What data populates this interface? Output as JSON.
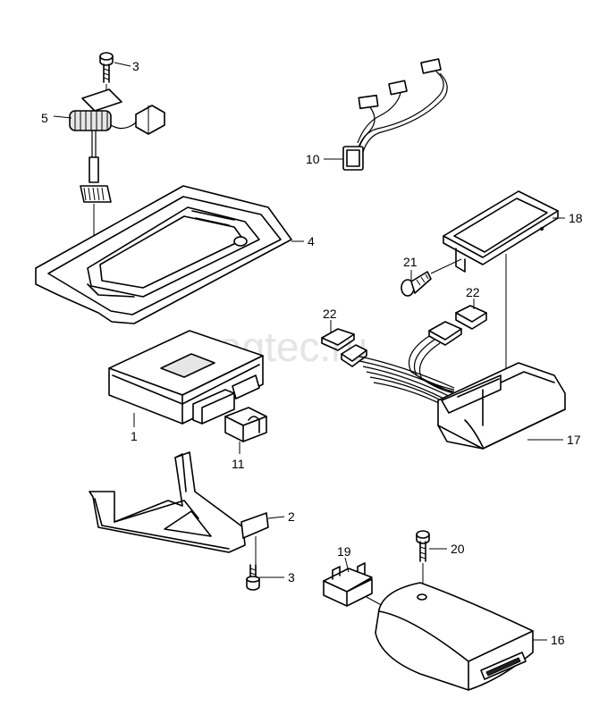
{
  "watermark": "vagtec.ru",
  "callouts": [
    {
      "id": "c-3a",
      "text": "3"
    },
    {
      "id": "c-5",
      "text": "5"
    },
    {
      "id": "c-10",
      "text": "10"
    },
    {
      "id": "c-4",
      "text": "4"
    },
    {
      "id": "c-18",
      "text": "18"
    },
    {
      "id": "c-21",
      "text": "21"
    },
    {
      "id": "c-22a",
      "text": "22"
    },
    {
      "id": "c-22b",
      "text": "22"
    },
    {
      "id": "c-1",
      "text": "1"
    },
    {
      "id": "c-11",
      "text": "11"
    },
    {
      "id": "c-17",
      "text": "17"
    },
    {
      "id": "c-2",
      "text": "2"
    },
    {
      "id": "c-3b",
      "text": "3"
    },
    {
      "id": "c-19",
      "text": "19"
    },
    {
      "id": "c-20",
      "text": "20"
    },
    {
      "id": "c-16",
      "text": "16"
    }
  ]
}
